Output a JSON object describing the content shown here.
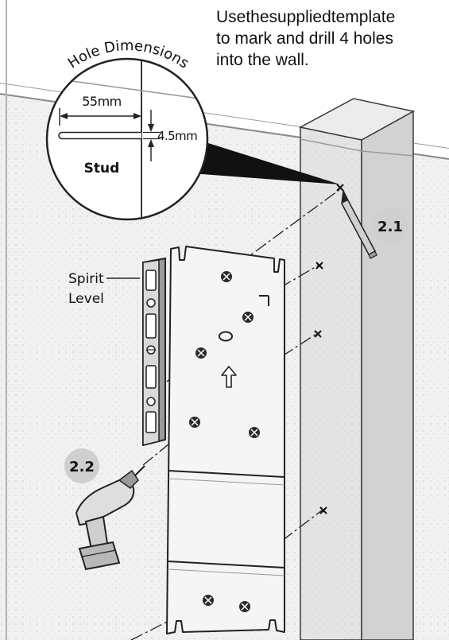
{
  "instruction": "Usethesuppliedtemplate\nto mark and drill 4 holes\ninto the wall.",
  "callout": {
    "title": "Hole Dimensions",
    "length": "55mm",
    "diameter": "4.5mm",
    "stud_label": "Stud"
  },
  "level_label_line1": "Spirit",
  "level_label_line2": "Level",
  "steps": {
    "step_1": "2.1",
    "step_2": "2.2"
  },
  "colors": {
    "wall": "#f1f1f1",
    "stud": "#e4e4e4",
    "stud_side": "#d2d2d2",
    "plate": "#f5f5f5",
    "badge": "#cfcfcf",
    "ink": "#1a1a1a"
  }
}
